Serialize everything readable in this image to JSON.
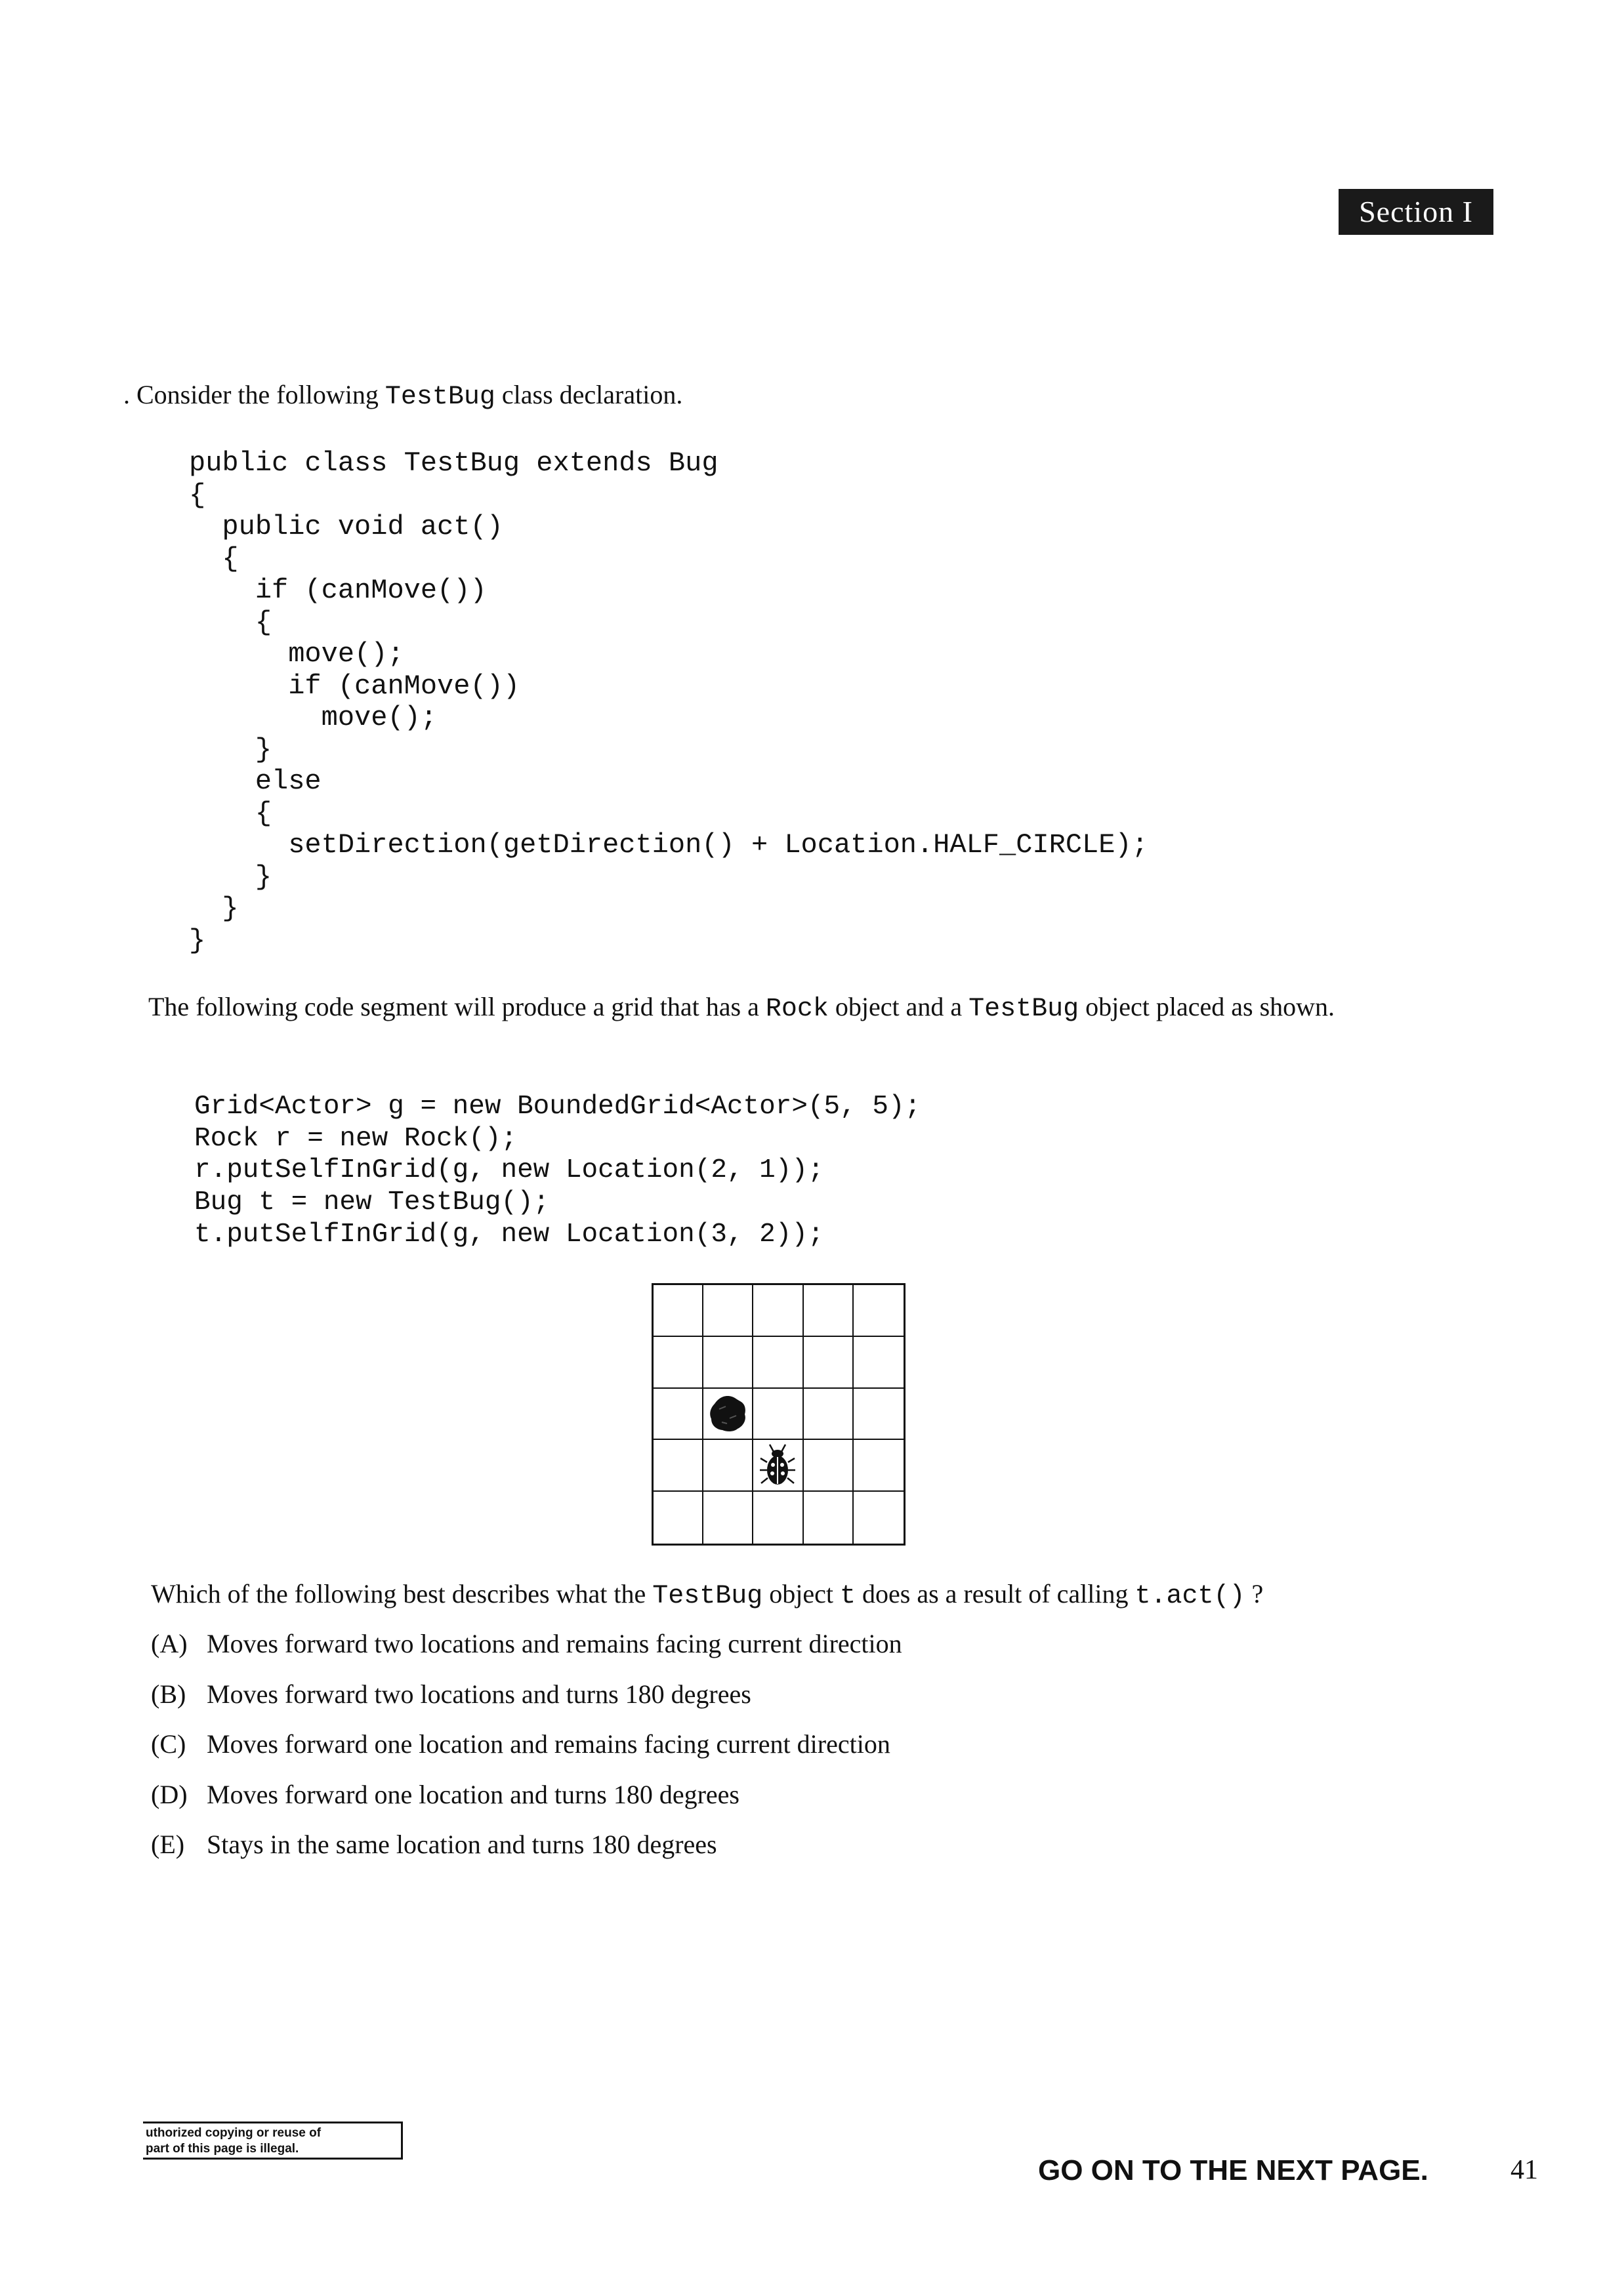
{
  "header": {
    "section_label": "Section I"
  },
  "intro": {
    "prefix": ". Consider the following ",
    "class_name": "TestBug",
    "suffix": " class declaration."
  },
  "class_code": [
    "public class TestBug extends Bug",
    "{",
    "  public void act()",
    "  {",
    "    if (canMove())",
    "    {",
    "      move();",
    "      if (canMove())",
    "        move();",
    "    }",
    "    else",
    "    {",
    "      setDirection(getDirection() + Location.HALF_CIRCLE);",
    "    }",
    "  }",
    "}"
  ],
  "setup_text": {
    "part1": "The following code segment will produce a grid that has a ",
    "rock": "Rock",
    "part2": " object and a ",
    "testbug": "TestBug",
    "part3": " object placed as shown."
  },
  "setup_code": [
    "Grid<Actor> g = new BoundedGrid<Actor>(5, 5);",
    "Rock r = new Rock();",
    "r.putSelfInGrid(g, new Location(2, 1));",
    "Bug t = new TestBug();",
    "t.putSelfInGrid(g, new Location(3, 2));"
  ],
  "grid": {
    "rows": 5,
    "cols": 5,
    "actors": [
      {
        "type": "rock",
        "row": 2,
        "col": 1,
        "icon": "rock-icon"
      },
      {
        "type": "bug",
        "row": 3,
        "col": 2,
        "icon": "bug-icon"
      }
    ]
  },
  "question": {
    "part1": "Which of the following best describes what the ",
    "obj": "TestBug",
    "part2": " object ",
    "var": "t",
    "part3": " does as a result of calling ",
    "call": "t.act()",
    "part4": " ?"
  },
  "choices": [
    {
      "letter": "(A)",
      "text": "Moves forward two locations and remains facing current direction"
    },
    {
      "letter": "(B)",
      "text": "Moves forward two locations and turns 180 degrees"
    },
    {
      "letter": "(C)",
      "text": "Moves forward one location and remains facing current direction"
    },
    {
      "letter": "(D)",
      "text": "Moves forward one location and turns 180 degrees"
    },
    {
      "letter": "(E)",
      "text": "Stays in the same location and turns 180 degrees"
    }
  ],
  "footer": {
    "copyright_line1": "uthorized copying or reuse of",
    "copyright_line2": "part of this page is illegal.",
    "next_page": "GO ON TO THE NEXT PAGE.",
    "page_number": "41"
  }
}
